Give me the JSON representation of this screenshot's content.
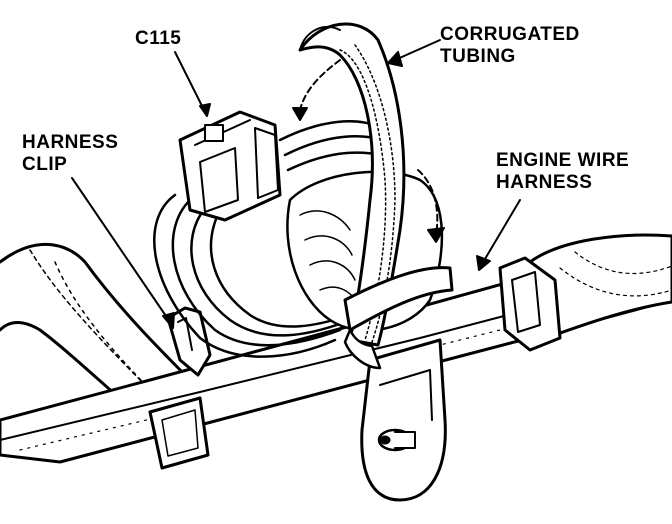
{
  "labels": {
    "c115": "C115",
    "corrugated_tubing": {
      "line1": "CORRUGATED",
      "line2": "TUBING"
    },
    "harness_clip": {
      "line1": "HARNESS",
      "line2": "CLIP"
    },
    "engine_wire_harness": {
      "line1": "ENGINE WIRE",
      "line2": "HARNESS"
    }
  },
  "colors": {
    "ink": "#000000",
    "paper": "#ffffff"
  }
}
